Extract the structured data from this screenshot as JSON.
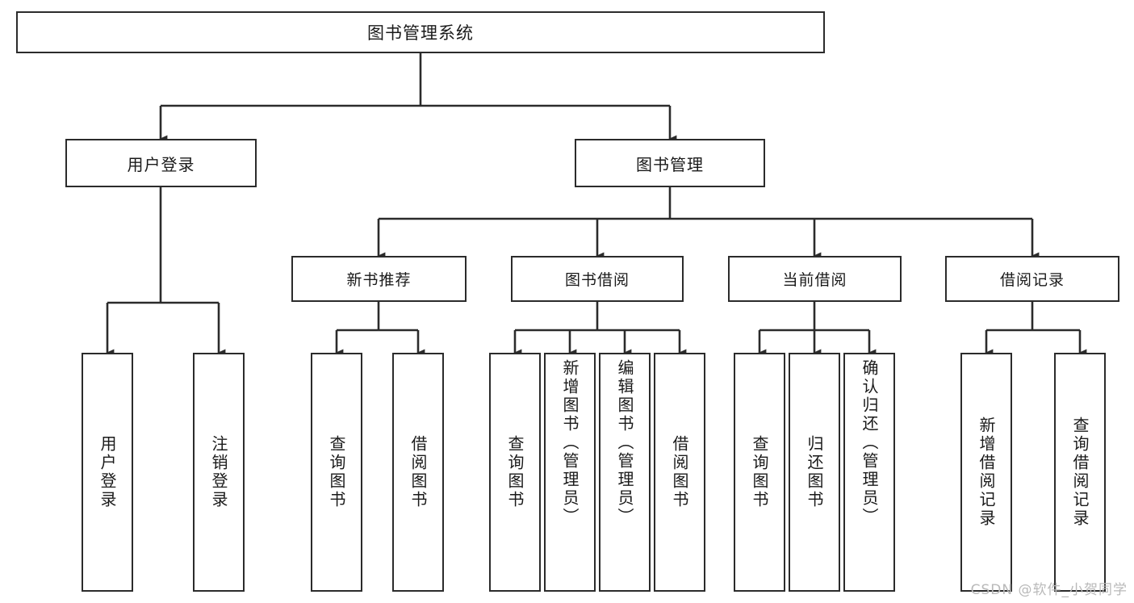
{
  "diagram": {
    "title": "图书管理系统",
    "type": "tree",
    "root": "图书管理系统",
    "level2": [
      {
        "id": "user-login",
        "label": "用户登录"
      },
      {
        "id": "book-manage",
        "label": "图书管理"
      }
    ],
    "level3": [
      {
        "id": "new-book-rec",
        "label": "新书推荐",
        "parent": "book-manage"
      },
      {
        "id": "book-borrow",
        "label": "图书借阅",
        "parent": "book-manage"
      },
      {
        "id": "current-borrow",
        "label": "当前借阅",
        "parent": "book-manage"
      },
      {
        "id": "borrow-record",
        "label": "借阅记录",
        "parent": "book-manage"
      }
    ],
    "leaves": [
      {
        "id": "leaf-user-login",
        "label": "用户登录",
        "parent": "user-login"
      },
      {
        "id": "leaf-logout",
        "label": "注销登录",
        "parent": "user-login"
      },
      {
        "id": "leaf-query-book-1",
        "label": "查询图书",
        "parent": "new-book-rec"
      },
      {
        "id": "leaf-borrow-book-1",
        "label": "借阅图书",
        "parent": "new-book-rec"
      },
      {
        "id": "leaf-query-book-2",
        "label": "查询图书",
        "parent": "book-borrow"
      },
      {
        "id": "leaf-add-book",
        "label": "新增图书（管理员）",
        "parent": "book-borrow"
      },
      {
        "id": "leaf-edit-book",
        "label": "编辑图书（管理员）",
        "parent": "book-borrow"
      },
      {
        "id": "leaf-borrow-book-2",
        "label": "借阅图书",
        "parent": "book-borrow"
      },
      {
        "id": "leaf-query-book-3",
        "label": "查询图书",
        "parent": "current-borrow"
      },
      {
        "id": "leaf-return-book",
        "label": "归还图书",
        "parent": "current-borrow"
      },
      {
        "id": "leaf-confirm-return",
        "label": "确认归还（管理员）",
        "parent": "current-borrow"
      },
      {
        "id": "leaf-add-record",
        "label": "新增借阅记录",
        "parent": "borrow-record"
      },
      {
        "id": "leaf-query-record",
        "label": "查询借阅记录",
        "parent": "borrow-record"
      }
    ],
    "watermark": "CSDN @软件_小贺同学",
    "colors": {
      "stroke": "#2b2b2b",
      "fill": "#ffffff",
      "text": "#1a1a1a",
      "watermark": "#b9b9b9"
    }
  }
}
